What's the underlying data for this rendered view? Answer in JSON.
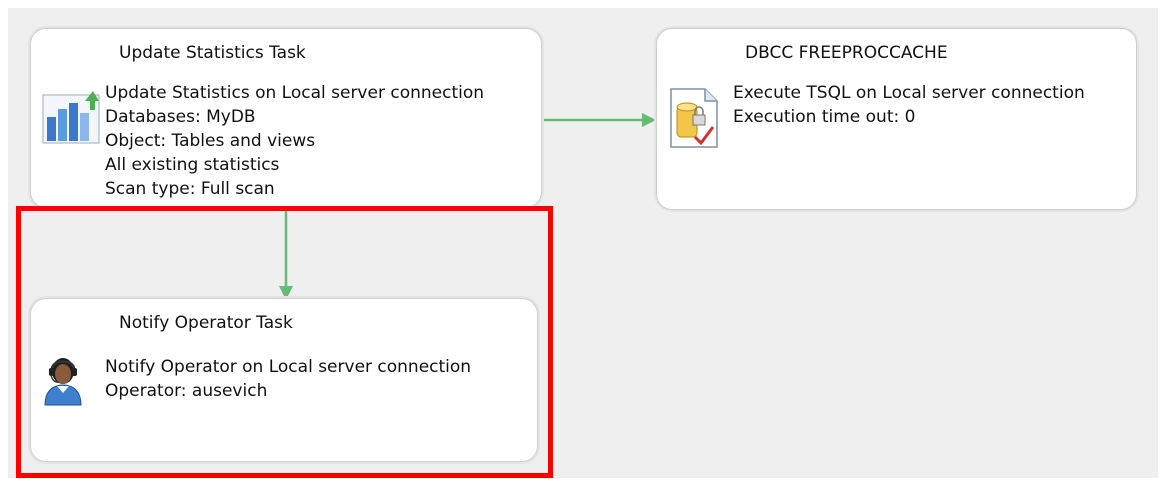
{
  "colors": {
    "canvas": "#efefef",
    "connector": "#66bb77",
    "highlight": "#ff0000"
  },
  "tasks": {
    "update_statistics": {
      "title": "Update Statistics Task",
      "icon": "bar-chart-icon",
      "lines": [
        "Update Statistics on Local server connection",
        "Databases: MyDB",
        "Object: Tables and views",
        "All existing statistics",
        "Scan type: Full scan"
      ]
    },
    "dbcc": {
      "title": "DBCC FREEPROCCACHE",
      "icon": "tsql-document-icon",
      "lines": [
        "Execute TSQL on Local server connection",
        "Execution time out: 0"
      ]
    },
    "notify_operator": {
      "title": "Notify Operator Task",
      "icon": "operator-person-icon",
      "lines": [
        "Notify Operator on Local server connection",
        "Operator: ausevich"
      ]
    }
  }
}
